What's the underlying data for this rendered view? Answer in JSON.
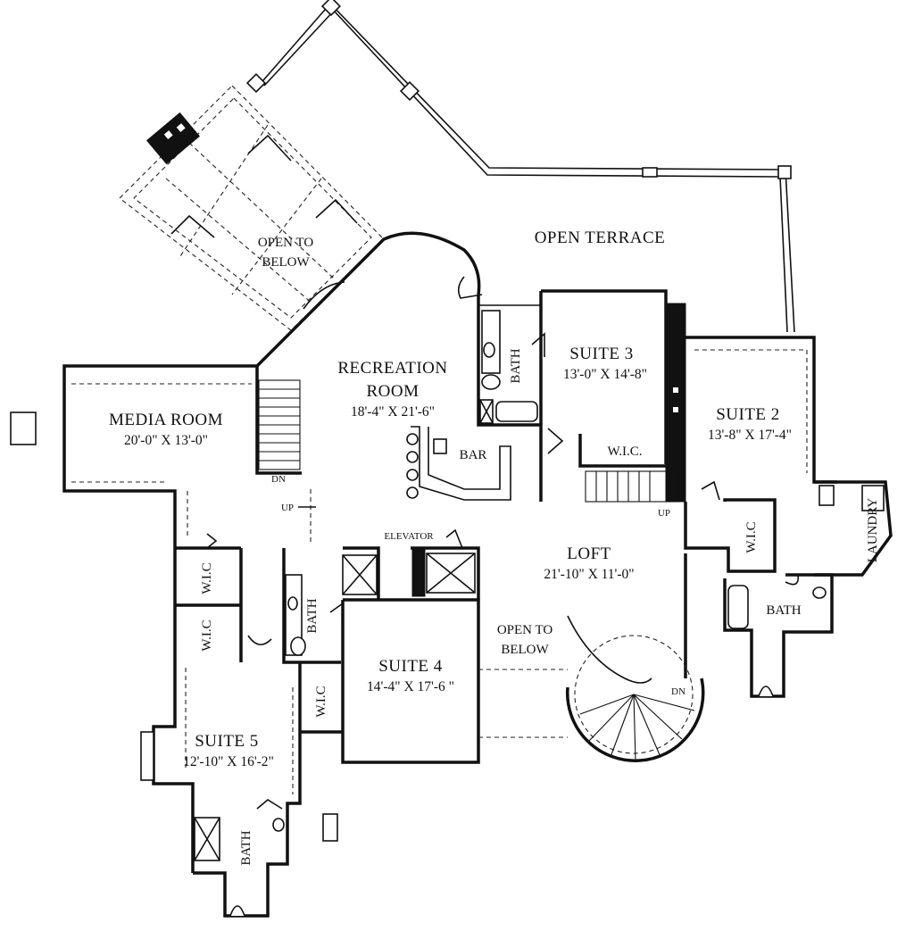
{
  "rooms": {
    "open_terrace": {
      "name": "OPEN TERRACE"
    },
    "open_below_top": {
      "line1": "OPEN TO",
      "line2": "BELOW"
    },
    "recreation": {
      "line1": "RECREATION",
      "line2": "ROOM",
      "dim": "18'-4\" X 21'-6\""
    },
    "media": {
      "name": "MEDIA ROOM",
      "dim": "20'-0\" X 13'-0\""
    },
    "suite3": {
      "name": "SUITE 3",
      "dim": "13'-0\" X 14'-8\""
    },
    "suite2": {
      "name": "SUITE 2",
      "dim": "13'-8\" X 17'-4\""
    },
    "loft": {
      "name": "LOFT",
      "dim": "21'-10\" X 11'-0\""
    },
    "suite4": {
      "name": "SUITE 4",
      "dim": "14'-4\" X 17'-6 \""
    },
    "suite5": {
      "name": "SUITE 5",
      "dim": "12'-10\" X 16'-2\""
    },
    "open_below_loft": {
      "line1": "OPEN TO",
      "line2": "BELOW"
    }
  },
  "labels": {
    "bath": "BATH",
    "wic": "W.I.C.",
    "wic_vertical": "W.I.C",
    "bar": "BAR",
    "elevator": "ELEVATOR",
    "laundry": "LAUNDRY",
    "dn": "DN",
    "up": "UP"
  }
}
